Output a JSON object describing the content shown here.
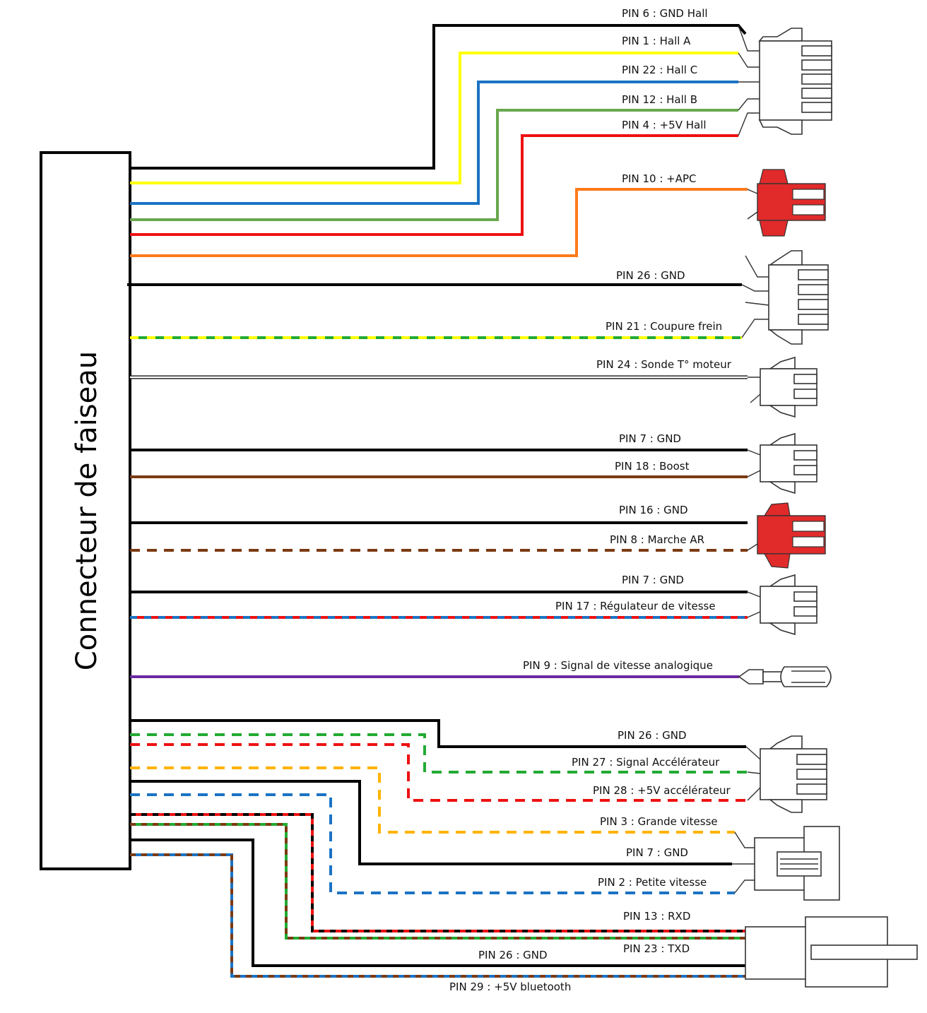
{
  "main_connector": {
    "label": "Connecteur de faiseau"
  },
  "colors": {
    "black": "#000000",
    "yellow": "#ffff00",
    "blue": "#1b73c4",
    "green": "#6aa84f",
    "red": "#ee1111",
    "orange": "#ff7a1a",
    "brown": "#7b3a12",
    "purple": "#6a2aa0",
    "dash_green": "#22aa33",
    "dash_orange": "#ffb300",
    "connector_red": "#e12a2a"
  },
  "wires": [
    {
      "id": "w1",
      "pin": "PIN 6 : GND Hall",
      "color": "#000000"
    },
    {
      "id": "w2",
      "pin": "PIN 1 : Hall A",
      "color": "#ffff00"
    },
    {
      "id": "w3",
      "pin": "PIN 22 : Hall C",
      "color": "#1b73c4"
    },
    {
      "id": "w4",
      "pin": "PIN 12 : Hall B",
      "color": "#6aa84f"
    },
    {
      "id": "w5",
      "pin": "PIN 4 : +5V Hall",
      "color": "#ee1111"
    },
    {
      "id": "w6",
      "pin": "PIN 10 : +APC",
      "color": "#ff7a1a"
    },
    {
      "id": "w7",
      "pin": "PIN 26 : GND",
      "color": "#000000"
    },
    {
      "id": "w8",
      "pin": "PIN 21 : Coupure frein",
      "color": "#ffff00",
      "dash": "#22aa33"
    },
    {
      "id": "w9",
      "pin": "PIN 24 : Sonde T° moteur",
      "color": "#ffffff"
    },
    {
      "id": "w10",
      "pin": "PIN 7 : GND",
      "color": "#000000"
    },
    {
      "id": "w11",
      "pin": "PIN 18 : Boost",
      "color": "#7b3a12"
    },
    {
      "id": "w12",
      "pin": "PIN 16 : GND",
      "color": "#000000"
    },
    {
      "id": "w13",
      "pin": "PIN 8 : Marche AR",
      "color": "#7b3a12",
      "style": "dashed"
    },
    {
      "id": "w14",
      "pin": "PIN 7 : GND",
      "color": "#000000"
    },
    {
      "id": "w15",
      "pin": "PIN 17 : Régulateur de vitesse",
      "color": "#ee1111",
      "dash": "#1b73c4"
    },
    {
      "id": "w16",
      "pin": "PIN 9 : Signal de vitesse analogique",
      "color": "#6a2aa0"
    },
    {
      "id": "w17",
      "pin": "PIN 26 : GND",
      "color": "#000000"
    },
    {
      "id": "w18",
      "pin": "PIN 27 : Signal Accélérateur",
      "color": "#22aa33",
      "style": "dashed"
    },
    {
      "id": "w19",
      "pin": "PIN 28 : +5V accélérateur",
      "color": "#ee1111",
      "style": "dashed"
    },
    {
      "id": "w20",
      "pin": "PIN 3 : Grande vitesse",
      "color": "#ffb300",
      "style": "dashed"
    },
    {
      "id": "w21",
      "pin": "PIN 7 : GND",
      "color": "#000000"
    },
    {
      "id": "w22",
      "pin": "PIN 2 : Petite vitesse",
      "color": "#1b73c4",
      "style": "dashed"
    },
    {
      "id": "w23",
      "pin": "PIN 13 : RXD",
      "color": "#ee1111",
      "dash": "#000000"
    },
    {
      "id": "w24",
      "pin": "PIN 23 : TXD",
      "color": "#22aa33",
      "dash": "#7b3a12"
    },
    {
      "id": "w25",
      "pin": "PIN 26 : GND",
      "color": "#000000"
    },
    {
      "id": "w26",
      "pin": "PIN 29 : +5V bluetooth",
      "color": "#1b73c4",
      "dash": "#7b3a12"
    }
  ]
}
